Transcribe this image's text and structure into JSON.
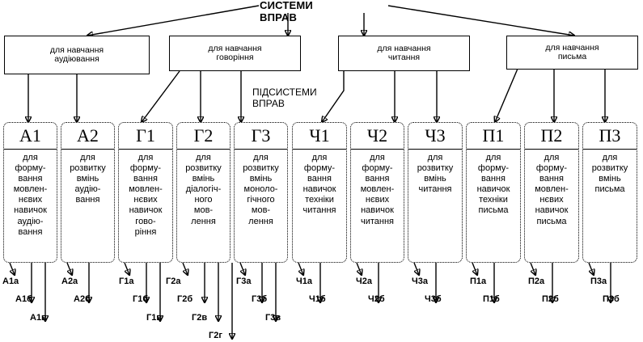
{
  "title": "СИСТЕМИ ВПРАВ",
  "subtitle": "ПІДСИСТЕМИ ВПРАВ",
  "categories": [
    {
      "line1": "для навчання",
      "line2": "аудіювання"
    },
    {
      "line1": "для навчання",
      "line2": "говоріння"
    },
    {
      "line1": "для навчання",
      "line2": "читання"
    },
    {
      "line1": "для навчання",
      "line2": "письма"
    }
  ],
  "subsystems": [
    {
      "code": "А1",
      "desc": "для\nформу-\nвання\nмовлен-\nнєвих\nнавичок\nаудію-\nвання",
      "labels": [
        "А1а",
        "А1б",
        "А1в"
      ]
    },
    {
      "code": "А2",
      "desc": "для\nрозвитку\nвмінь\nаудію-\nвання",
      "labels": [
        "А2а",
        "А2б"
      ]
    },
    {
      "code": "Г1",
      "desc": "для\nформу-\nвання\nмовлен-\nнєвих\nнавичок\nгово-\nріння",
      "labels": [
        "Г1а",
        "Г1б",
        "Г1в"
      ]
    },
    {
      "code": "Г2",
      "desc": "для\nрозвитку\nвмінь\nдіалогіч-\nного\nмов-\nлення",
      "labels": [
        "Г2а",
        "Г2б",
        "Г2в",
        "Г2г"
      ]
    },
    {
      "code": "Г3",
      "desc": "для\nрозвитку\nвмінь\nмоноло-\nгічного\nмов-\nлення",
      "labels": [
        "Г3а",
        "Г3б",
        "Г3в"
      ]
    },
    {
      "code": "Ч1",
      "desc": "для\nформу-\nвання\nнавичок\nтехніки\nчитання",
      "labels": [
        "Ч1а",
        "Ч1б"
      ]
    },
    {
      "code": "Ч2",
      "desc": "для\nформу-\nвання\nмовлен-\nнєвих\nнавичок\nчитання",
      "labels": [
        "Ч2а",
        "Ч2б"
      ]
    },
    {
      "code": "Ч3",
      "desc": "для\nрозвитку\nвмінь\nчитання",
      "labels": [
        "Ч3а",
        "Ч3б"
      ]
    },
    {
      "code": "П1",
      "desc": "для\nформу-\nвання\nнавичок\nтехніки\nписьма",
      "labels": [
        "П1а",
        "П1б"
      ]
    },
    {
      "code": "П2",
      "desc": "для\nформу-\nвання\nмовлен-\nнєвих\nнавичок\nписьма",
      "labels": [
        "П2а",
        "П2б"
      ]
    },
    {
      "code": "П3",
      "desc": "для\nрозвитку\nвмінь\nписьма",
      "labels": [
        "П3а",
        "П3б"
      ]
    }
  ]
}
